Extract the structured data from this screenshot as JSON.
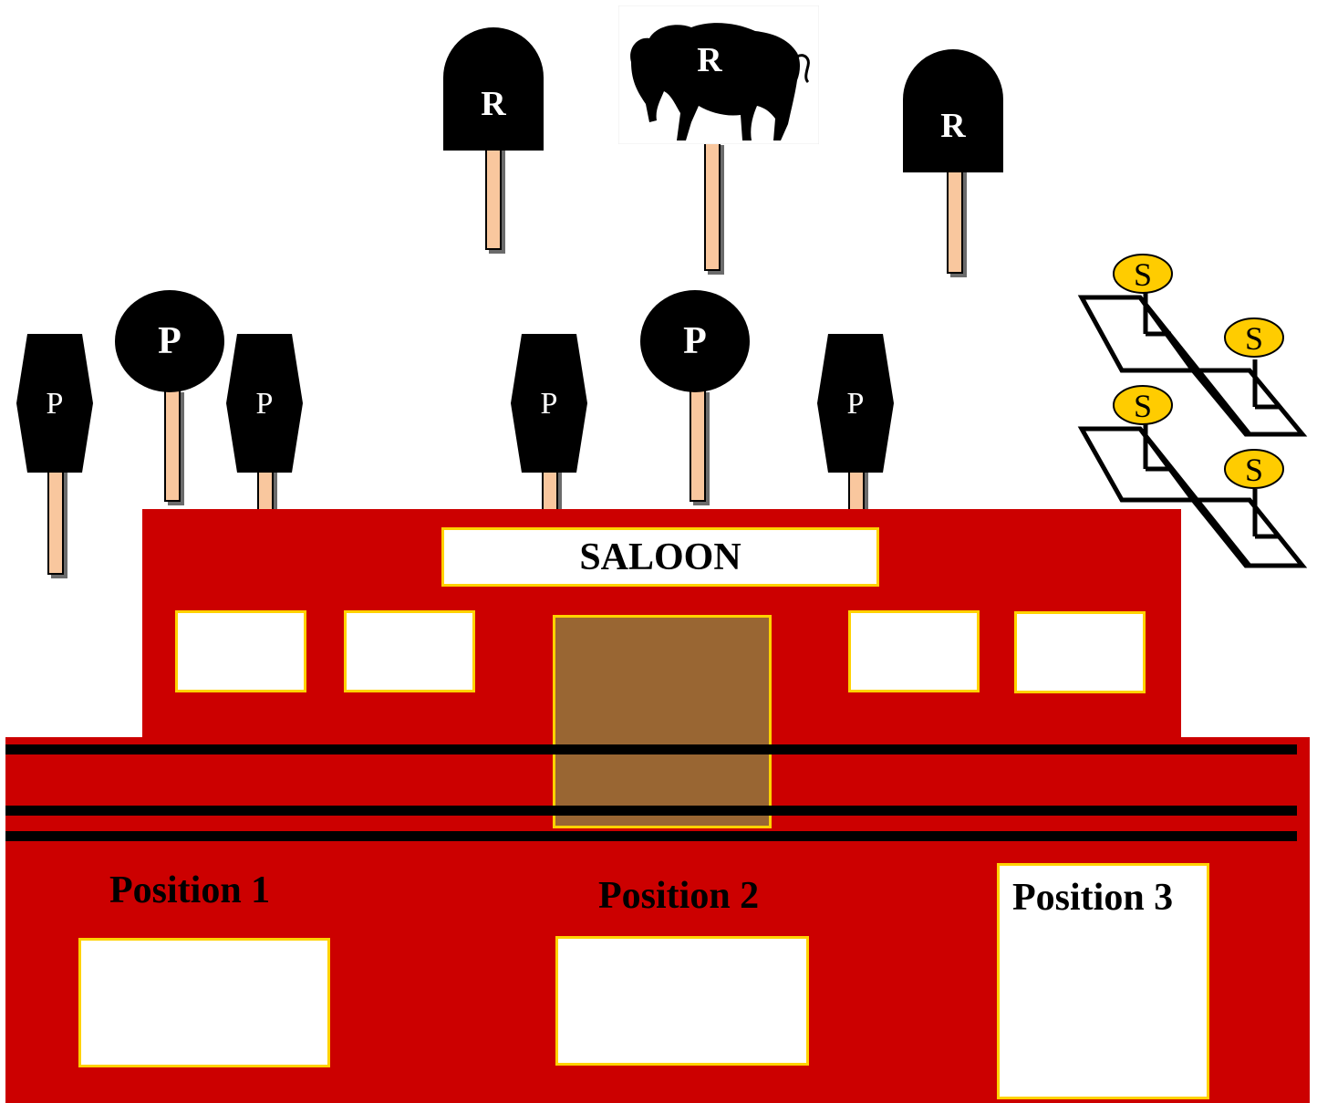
{
  "colors": {
    "building": "#cc0000",
    "trim": "#ffd200",
    "door": "#996633",
    "stick": "#f9c79e",
    "coin": "#ffcc00"
  },
  "icons": {
    "round_sign": "round-sign-icon",
    "hexagon_sign": "hexagon-sign-icon",
    "arch_sign": "arch-sign-icon",
    "buffalo": "buffalo-icon",
    "coin": "coin-icon",
    "hitching_frame": "frame-icon"
  },
  "r_signs": [
    {
      "label": "R"
    },
    {
      "label": "R"
    },
    {
      "label": "R"
    }
  ],
  "p_signs": [
    {
      "label": "P"
    },
    {
      "label": "P"
    },
    {
      "label": "P"
    },
    {
      "label": "P"
    },
    {
      "label": "P"
    },
    {
      "label": "P"
    }
  ],
  "s_coins": [
    {
      "label": "S"
    },
    {
      "label": "S"
    },
    {
      "label": "S"
    },
    {
      "label": "S"
    }
  ],
  "building": {
    "sign": "SALOON",
    "positions": [
      {
        "label": "Position 1"
      },
      {
        "label": "Position 2"
      },
      {
        "label": "Position 3"
      }
    ]
  }
}
